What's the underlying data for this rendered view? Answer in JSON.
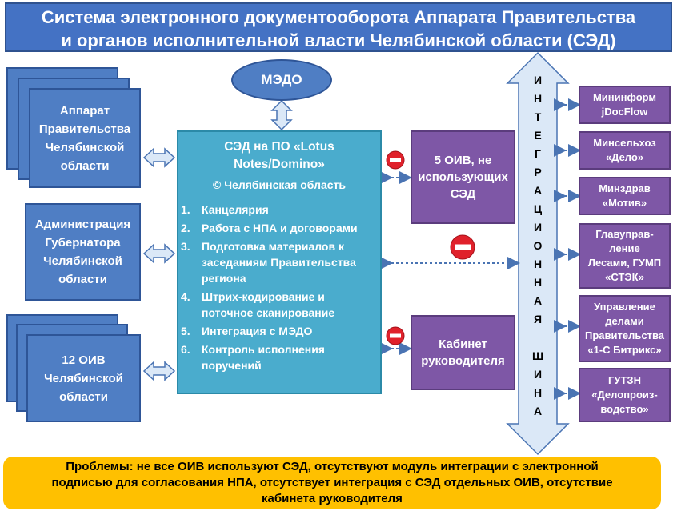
{
  "title": {
    "line1": "Система электронного документооборота Аппарата Правительства",
    "line2": "и органов исполнительной власти Челябинской области (СЭД)"
  },
  "medo": "МЭДО",
  "left_boxes": {
    "apparat": [
      "Аппарат",
      "Правительства",
      "Челябинской",
      "области"
    ],
    "admin": [
      "Администрация",
      "Губернатора",
      "Челябинской",
      "области"
    ],
    "oiv12": [
      "12 ОИВ",
      "Челябинской",
      "области"
    ]
  },
  "center": {
    "heading": [
      "СЭД на ПО «Lotus",
      "Notes/Domino»"
    ],
    "copyright": "© Челябинская область",
    "items": [
      {
        "num": "1.",
        "lines": [
          "Канцелярия"
        ]
      },
      {
        "num": "2.",
        "lines": [
          "Работа с НПА и договорами"
        ]
      },
      {
        "num": "3.",
        "lines": [
          "Подготовка материалов к",
          "заседаниям Правительства",
          "региона"
        ]
      },
      {
        "num": "4.",
        "lines": [
          "Штрих-кодирование и",
          "поточное сканирование"
        ]
      },
      {
        "num": "5.",
        "lines": [
          "Интеграция с МЭДО"
        ]
      },
      {
        "num": "6.",
        "lines": [
          "Контроль исполнения",
          "поручений"
        ]
      }
    ]
  },
  "middle_boxes": {
    "oiv5": [
      "5 ОИВ, не",
      "использующих",
      "СЭД"
    ],
    "cabinet": [
      "Кабинет",
      "руководителя"
    ]
  },
  "bus": {
    "letters": [
      "И",
      "Н",
      "Т",
      "Е",
      "Г",
      "Р",
      "А",
      "Ц",
      "И",
      "О",
      "Н",
      "Н",
      "А",
      "Я",
      "",
      "Ш",
      "И",
      "Н",
      "А"
    ]
  },
  "right_boxes": [
    {
      "lines": [
        "Мининформ",
        "jDocFlow"
      ]
    },
    {
      "lines": [
        "Минсельхоз",
        "«Дело»"
      ]
    },
    {
      "lines": [
        "Минздрав",
        "«Мотив»"
      ]
    },
    {
      "lines": [
        "Главуправ-",
        "ление",
        "Лесами, ГУМП",
        "«СТЭК»"
      ]
    },
    {
      "lines": [
        "Управление",
        "делами",
        "Правительства",
        "«1-С Битрикс»"
      ]
    },
    {
      "lines": [
        "ГУТЗН",
        "«Делопроиз-",
        "водство»"
      ]
    }
  ],
  "problems": [
    "Проблемы: не все ОИВ используют СЭД, отсутствуют модуль интеграции с  электронной",
    "подписью для согласования НПА, отсутствует интеграция с СЭД отдельных ОИВ, отсутствие",
    "кабинета руководителя"
  ],
  "colors": {
    "title_bg": "#4472c4",
    "blue_box": "#4f7ec4",
    "center_box": "#4aaccd",
    "purple_box": "#7e57a6",
    "problems_bg": "#ffc000",
    "arrow_fill": "#dbe8f7",
    "arrow_stroke": "#4a74b3",
    "stop_sign": "#e0212b"
  }
}
